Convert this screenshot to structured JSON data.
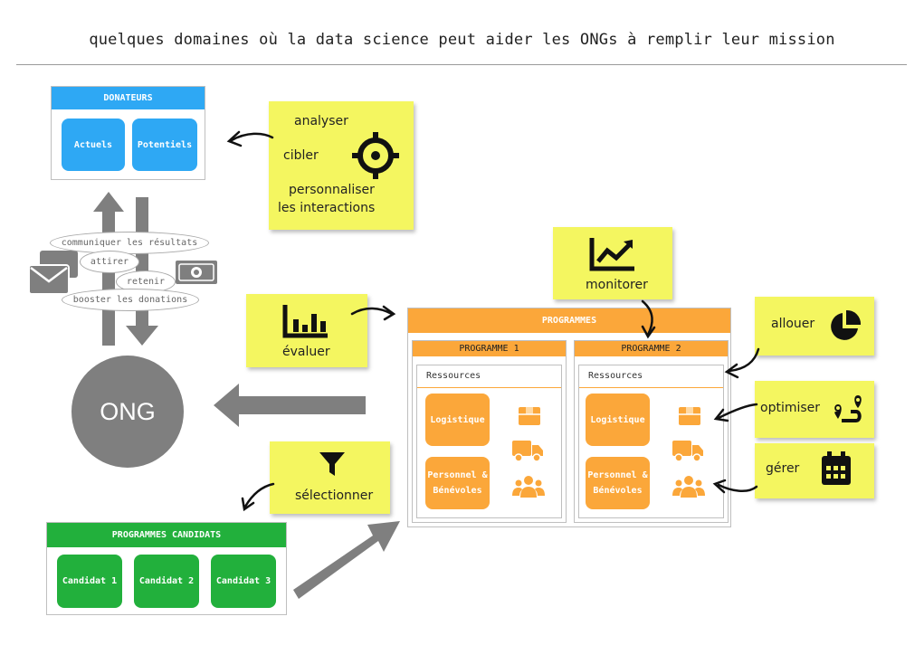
{
  "title": "quelques domaines où la data science peut aider les ONGs à remplir leur mission",
  "donateurs": {
    "header": "DONATEURS",
    "tiles": [
      "Actuels",
      "Potentiels"
    ]
  },
  "ong": {
    "label": "ONG"
  },
  "actions": [
    "communiquer les résultats",
    "attirer",
    "retenir",
    "booster les donations"
  ],
  "sticky_target": {
    "items": [
      "analyser",
      "cibler",
      "personnaliser",
      "les interactions"
    ]
  },
  "sticky_evaluer": {
    "label": "évaluer"
  },
  "sticky_monitorer": {
    "label": "monitorer"
  },
  "sticky_selectionner": {
    "label": "sélectionner"
  },
  "sticky_allouer": {
    "label": "allouer"
  },
  "sticky_optimiser": {
    "label": "optimiser"
  },
  "sticky_gerer": {
    "label": "gérer"
  },
  "programmes": {
    "header": "PROGRAMMES",
    "items": [
      {
        "header": "PROGRAMME 1",
        "ressources": "Ressources",
        "tiles": [
          "Logistique",
          "Personnel &",
          "Bénévoles"
        ]
      },
      {
        "header": "PROGRAMME 2",
        "ressources": "Ressources",
        "tiles": [
          "Logistique",
          "Personnel &",
          "Bénévoles"
        ]
      }
    ]
  },
  "candidats": {
    "header": "PROGRAMMES CANDIDATS",
    "tiles": [
      "Candidat 1",
      "Candidat 2",
      "Candidat 3"
    ]
  },
  "colors": {
    "blue": "#2ea8f4",
    "orange": "#fba73a",
    "green": "#22b03c",
    "sticky": "#f4f660",
    "grey": "#7f7f7f"
  }
}
